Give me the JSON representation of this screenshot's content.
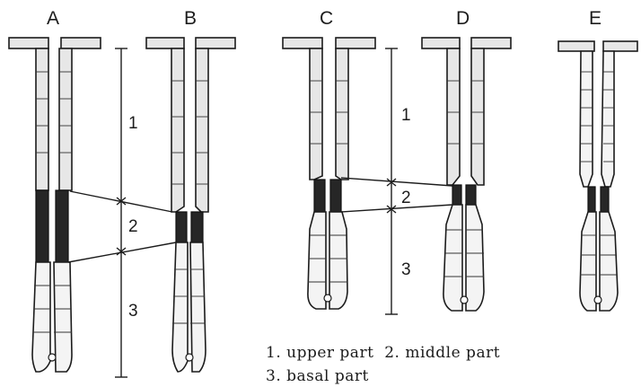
{
  "diagram": {
    "panels": [
      {
        "label": "A"
      },
      {
        "label": "B"
      },
      {
        "label": "C"
      },
      {
        "label": "D"
      },
      {
        "label": "E"
      }
    ],
    "measure_labels": {
      "left": [
        "1",
        "2",
        "3"
      ],
      "right": [
        "1",
        "2",
        "3"
      ]
    },
    "legend": {
      "line1": "1. upper part  2. middle part",
      "line2": "3. basal part"
    }
  }
}
